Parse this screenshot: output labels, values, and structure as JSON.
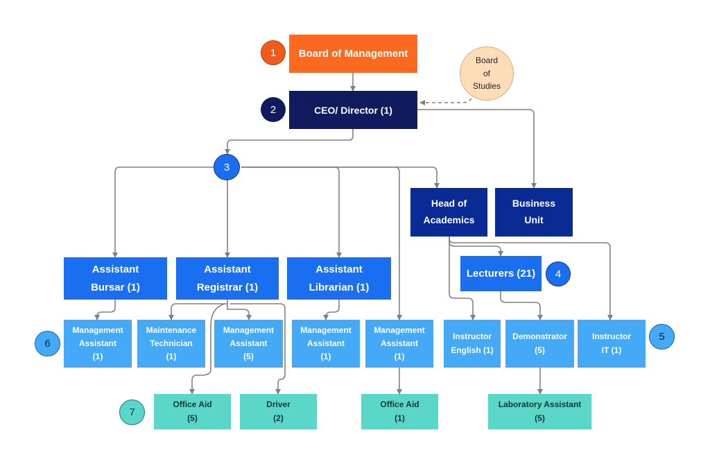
{
  "nodes": {
    "board": "Board of Management",
    "ceo": "CEO/ Director (1)",
    "board_of_studies": "Board\nof\nStudies",
    "head_academics": "Head of\nAcademics",
    "business_unit": "Business\nUnit",
    "asst_bursar": "Assistant\nBursar (1)",
    "asst_registrar": "Assistant\nRegistrar (1)",
    "asst_librarian": "Assistant\nLibrarian (1)",
    "lecturers": "Lecturers (21)",
    "mgmt_asst_bursar": "Management\nAssistant\n(1)",
    "maint_tech": "Maintenance\nTechnician\n(1)",
    "mgmt_asst_registrar": "Management\nAssistant\n(5)",
    "mgmt_asst_librarian": "Management\nAssistant\n(1)",
    "mgmt_asst_other": "Management\nAssistant\n(1)",
    "instructor_english": "Instructor\nEnglish (1)",
    "demonstrator": "Demonstrator\n(5)",
    "instructor_it": "Instructor\nIT (1)",
    "office_aid_registrar": "Office Aid\n(5)",
    "driver": "Driver\n(2)",
    "office_aid_other": "Office Aid\n(1)",
    "lab_asst": "Laboratory Assistant\n(5)"
  },
  "badges": {
    "b1": "1",
    "b2": "2",
    "b3": "3",
    "b4": "4",
    "b5": "5",
    "b6": "6",
    "b7": "7"
  },
  "colors": {
    "board": "#fb6a1f",
    "executive": "#0f1b5c",
    "head": "#0a2a94",
    "assistant": "#1a6ff0",
    "staff": "#44a9f7",
    "support": "#5ad7c9",
    "connector": "#808080"
  }
}
